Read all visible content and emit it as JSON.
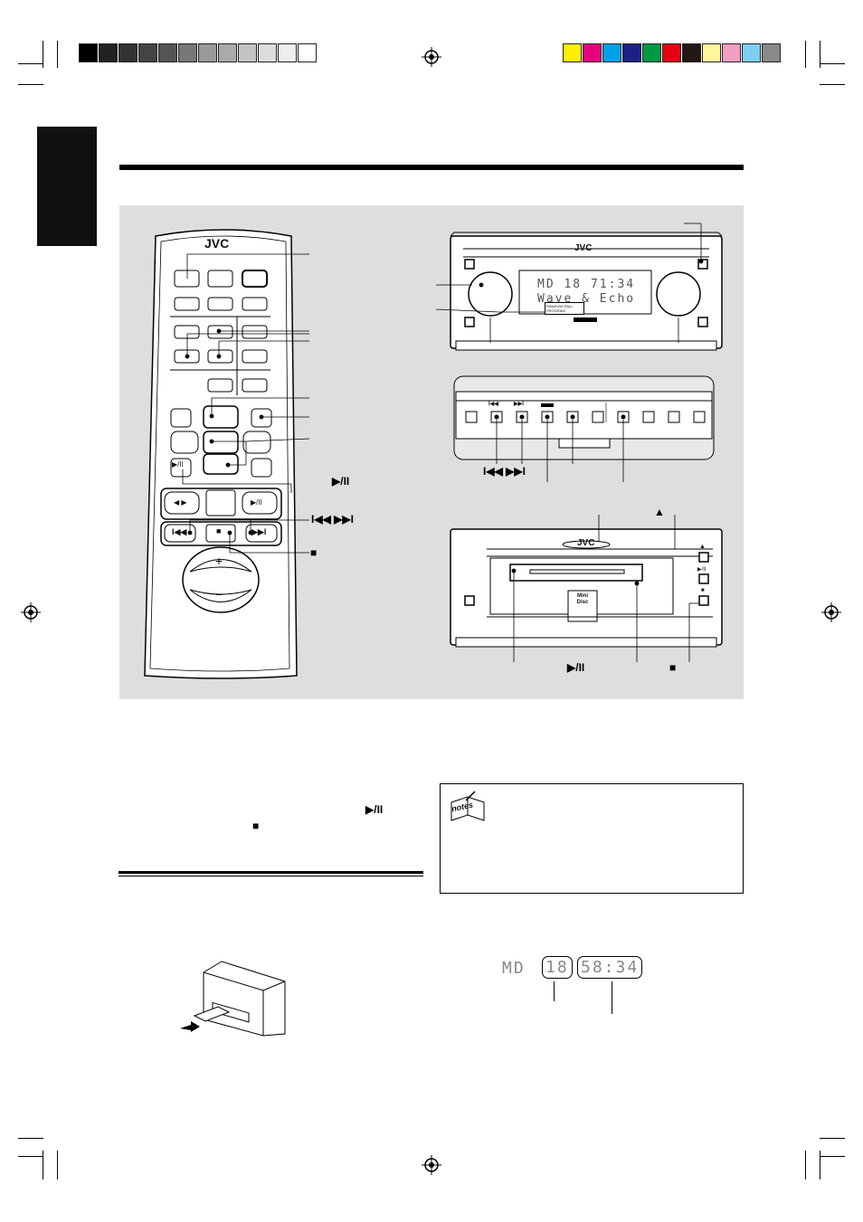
{
  "brand": "JVC",
  "color_bar": {
    "grays": [
      "#000000",
      "#222222",
      "#333333",
      "#444444",
      "#555555",
      "#777777",
      "#999999",
      "#aaaaaa",
      "#c4c4c4",
      "#dddddd",
      "#eeeeee",
      "#ffffff"
    ],
    "colors": [
      "#ffef00",
      "#e6007e",
      "#00a0e9",
      "#1d2088",
      "#009944",
      "#e60012",
      "#231815",
      "#fff799",
      "#f19ec2",
      "#7ecef4",
      "#898989"
    ]
  },
  "front_display": {
    "line1": "MD 18 71:34",
    "line2": "Wave & Echo",
    "indicator_line1": "RANDOM ↺ALL",
    "indicator_line2": "PROGRAM"
  },
  "labels": {
    "play_pause": "▶/II",
    "skip": "I◀◀  ▶▶I",
    "skip_prev": "I◀◀",
    "skip_next": "▶▶I",
    "stop": "■",
    "eject": "▲"
  },
  "remote": {
    "buttons": {
      "play_pause_small": "▶/II",
      "left_right": "◀ ▶",
      "play_pause": "▶/II",
      "prev": "I◀◀",
      "stop": "■",
      "next": "▶▶I",
      "vol_up": "+",
      "vol_down": "−"
    }
  },
  "text_block": {
    "play_ref": "▶/II",
    "stop_ref": "■"
  },
  "md_unit": {
    "logo_line1": "Mini",
    "logo_line2": "Disc"
  },
  "md_display": {
    "source": "MD",
    "track": "18",
    "time": "58:34"
  },
  "notes": {
    "icon_label": "notes"
  }
}
